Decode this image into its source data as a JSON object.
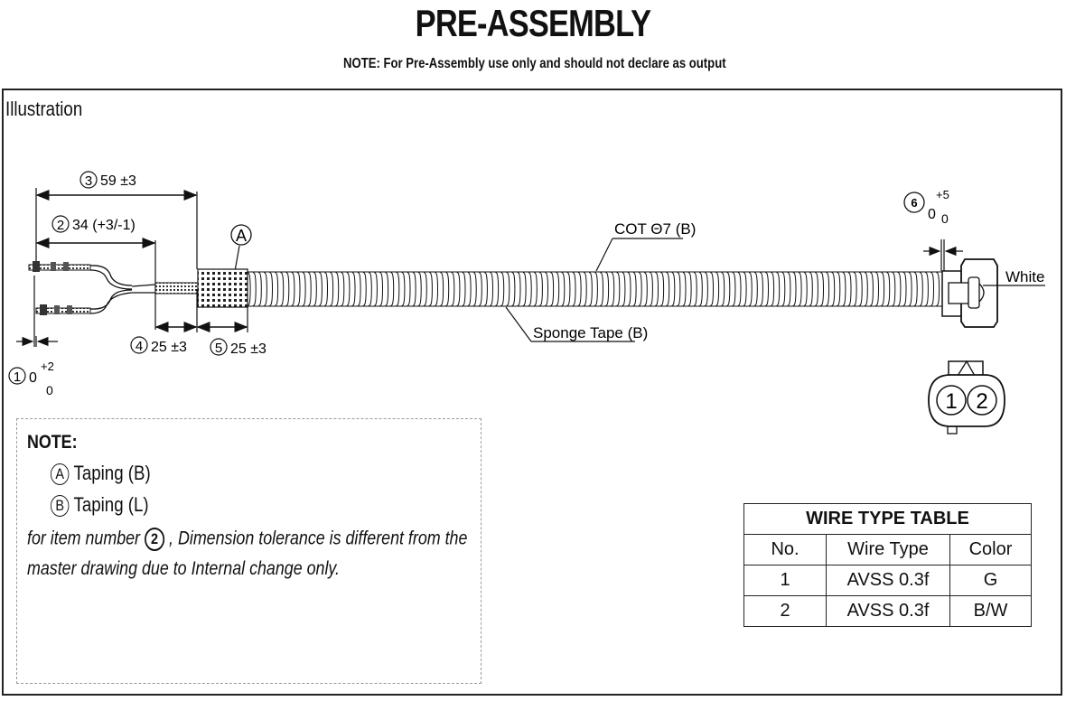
{
  "header": {
    "title": "PRE-ASSEMBLY",
    "subtitle": "NOTE: For Pre-Assembly use only and should not declare as output"
  },
  "section": {
    "label": "Illustration"
  },
  "dimensions": {
    "d1": {
      "num": "1",
      "value": "0",
      "plus": "+2",
      "minus": "0"
    },
    "d2": {
      "num": "2",
      "value": "34 (+3/-1)"
    },
    "d3": {
      "num": "3",
      "value": "59 ±3"
    },
    "d4": {
      "num": "4",
      "value": "25 ±3"
    },
    "d5": {
      "num": "5",
      "value": "25 ±3"
    },
    "d6": {
      "num": "6",
      "value": "0",
      "plus": "+5",
      "minus": "0"
    }
  },
  "callouts": {
    "a_marker": "A",
    "cot": "COT Θ7 (B)",
    "sponge": "Sponge Tape (B)",
    "white": "White"
  },
  "connector_pins": [
    "1",
    "2"
  ],
  "notes": {
    "title": "NOTE:",
    "items": [
      {
        "marker": "A",
        "text": "Taping (B)"
      },
      {
        "marker": "B",
        "text": "Taping (L)"
      }
    ],
    "line1_pre": "for item number",
    "line1_num": "2",
    "line1_post": ", Dimension tolerance is different from the",
    "line2": "master  drawing due to Internal change only."
  },
  "wire_table": {
    "caption": "WIRE TYPE TABLE",
    "headers": [
      "No.",
      "Wire Type",
      "Color"
    ],
    "rows": [
      [
        "1",
        "AVSS 0.3f",
        "G"
      ],
      [
        "2",
        "AVSS 0.3f",
        "B/W"
      ]
    ]
  }
}
